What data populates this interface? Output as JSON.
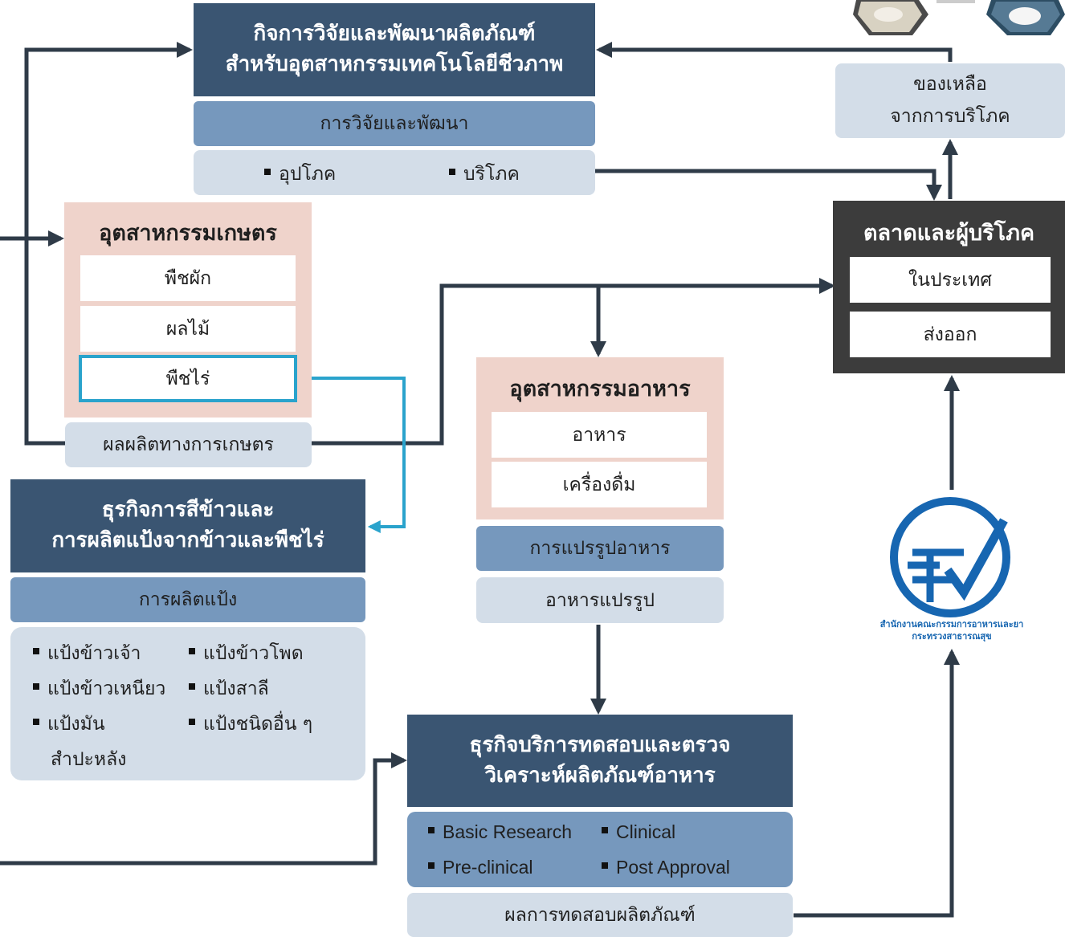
{
  "colors": {
    "navy": "#3a5572",
    "mid_blue": "#7698bd",
    "light_blue": "#d3dde8",
    "pink": "#efd3cb",
    "dark": "#3c3c3c",
    "arrow": "#2f3b48",
    "cyan": "#2aa3cc",
    "fda_blue": "#1766b1"
  },
  "rnd": {
    "title_line1": "กิจการวิจัยและพัฒนาผลิตภัณฑ์",
    "title_line2": "สำหรับอุตสาหกรรมเทคโนโลยีชีวภาพ",
    "section": "การวิจัยและพัฒนา",
    "items": [
      "อุปโภค",
      "บริโภค"
    ]
  },
  "agriculture": {
    "title": "อุตสาหกรรมเกษตร",
    "items": [
      "พืชผัก",
      "ผลไม้",
      "พืชไร่"
    ],
    "footer": "ผลผลิตทางการเกษตร"
  },
  "rice": {
    "title_line1": "ธุรกิจการสีข้าวและ",
    "title_line2": "การผลิตแป้งจากข้าวและพืชไร่",
    "section": "การผลิตแป้ง",
    "items": [
      "แป้งข้าวเจ้า",
      "แป้งข้าวโพด",
      "แป้งข้าวเหนียว",
      "แป้งสาลี",
      "แป้งมัน",
      "แป้งชนิดอื่น ๆ"
    ],
    "item5_line2": "สำปะหลัง"
  },
  "food": {
    "title": "อุตสาหกรรมอาหาร",
    "items": [
      "อาหาร",
      "เครื่องดื่ม"
    ],
    "section": "การแปรรูปอาหาร",
    "footer": "อาหารแปรรูป"
  },
  "market": {
    "title": "ตลาดและผู้บริโภค",
    "items": [
      "ในประเทศ",
      "ส่งออก"
    ]
  },
  "leftover": {
    "line1": "ของเหลือ",
    "line2": "จากการบริโภค"
  },
  "testing": {
    "title_line1": "ธุรกิจบริการทดสอบและตรวจ",
    "title_line2": "วิเคราะห์ผลิตภัณฑ์อาหาร",
    "items": [
      "Basic Research",
      "Clinical",
      "Pre-clinical",
      "Post Approval"
    ],
    "footer": "ผลการทดสอบผลิตภัณฑ์"
  },
  "fda": {
    "line1": "สำนักงานคณะกรรมการอาหารและยา",
    "line2": "กระทรวงสาธารณสุข"
  }
}
